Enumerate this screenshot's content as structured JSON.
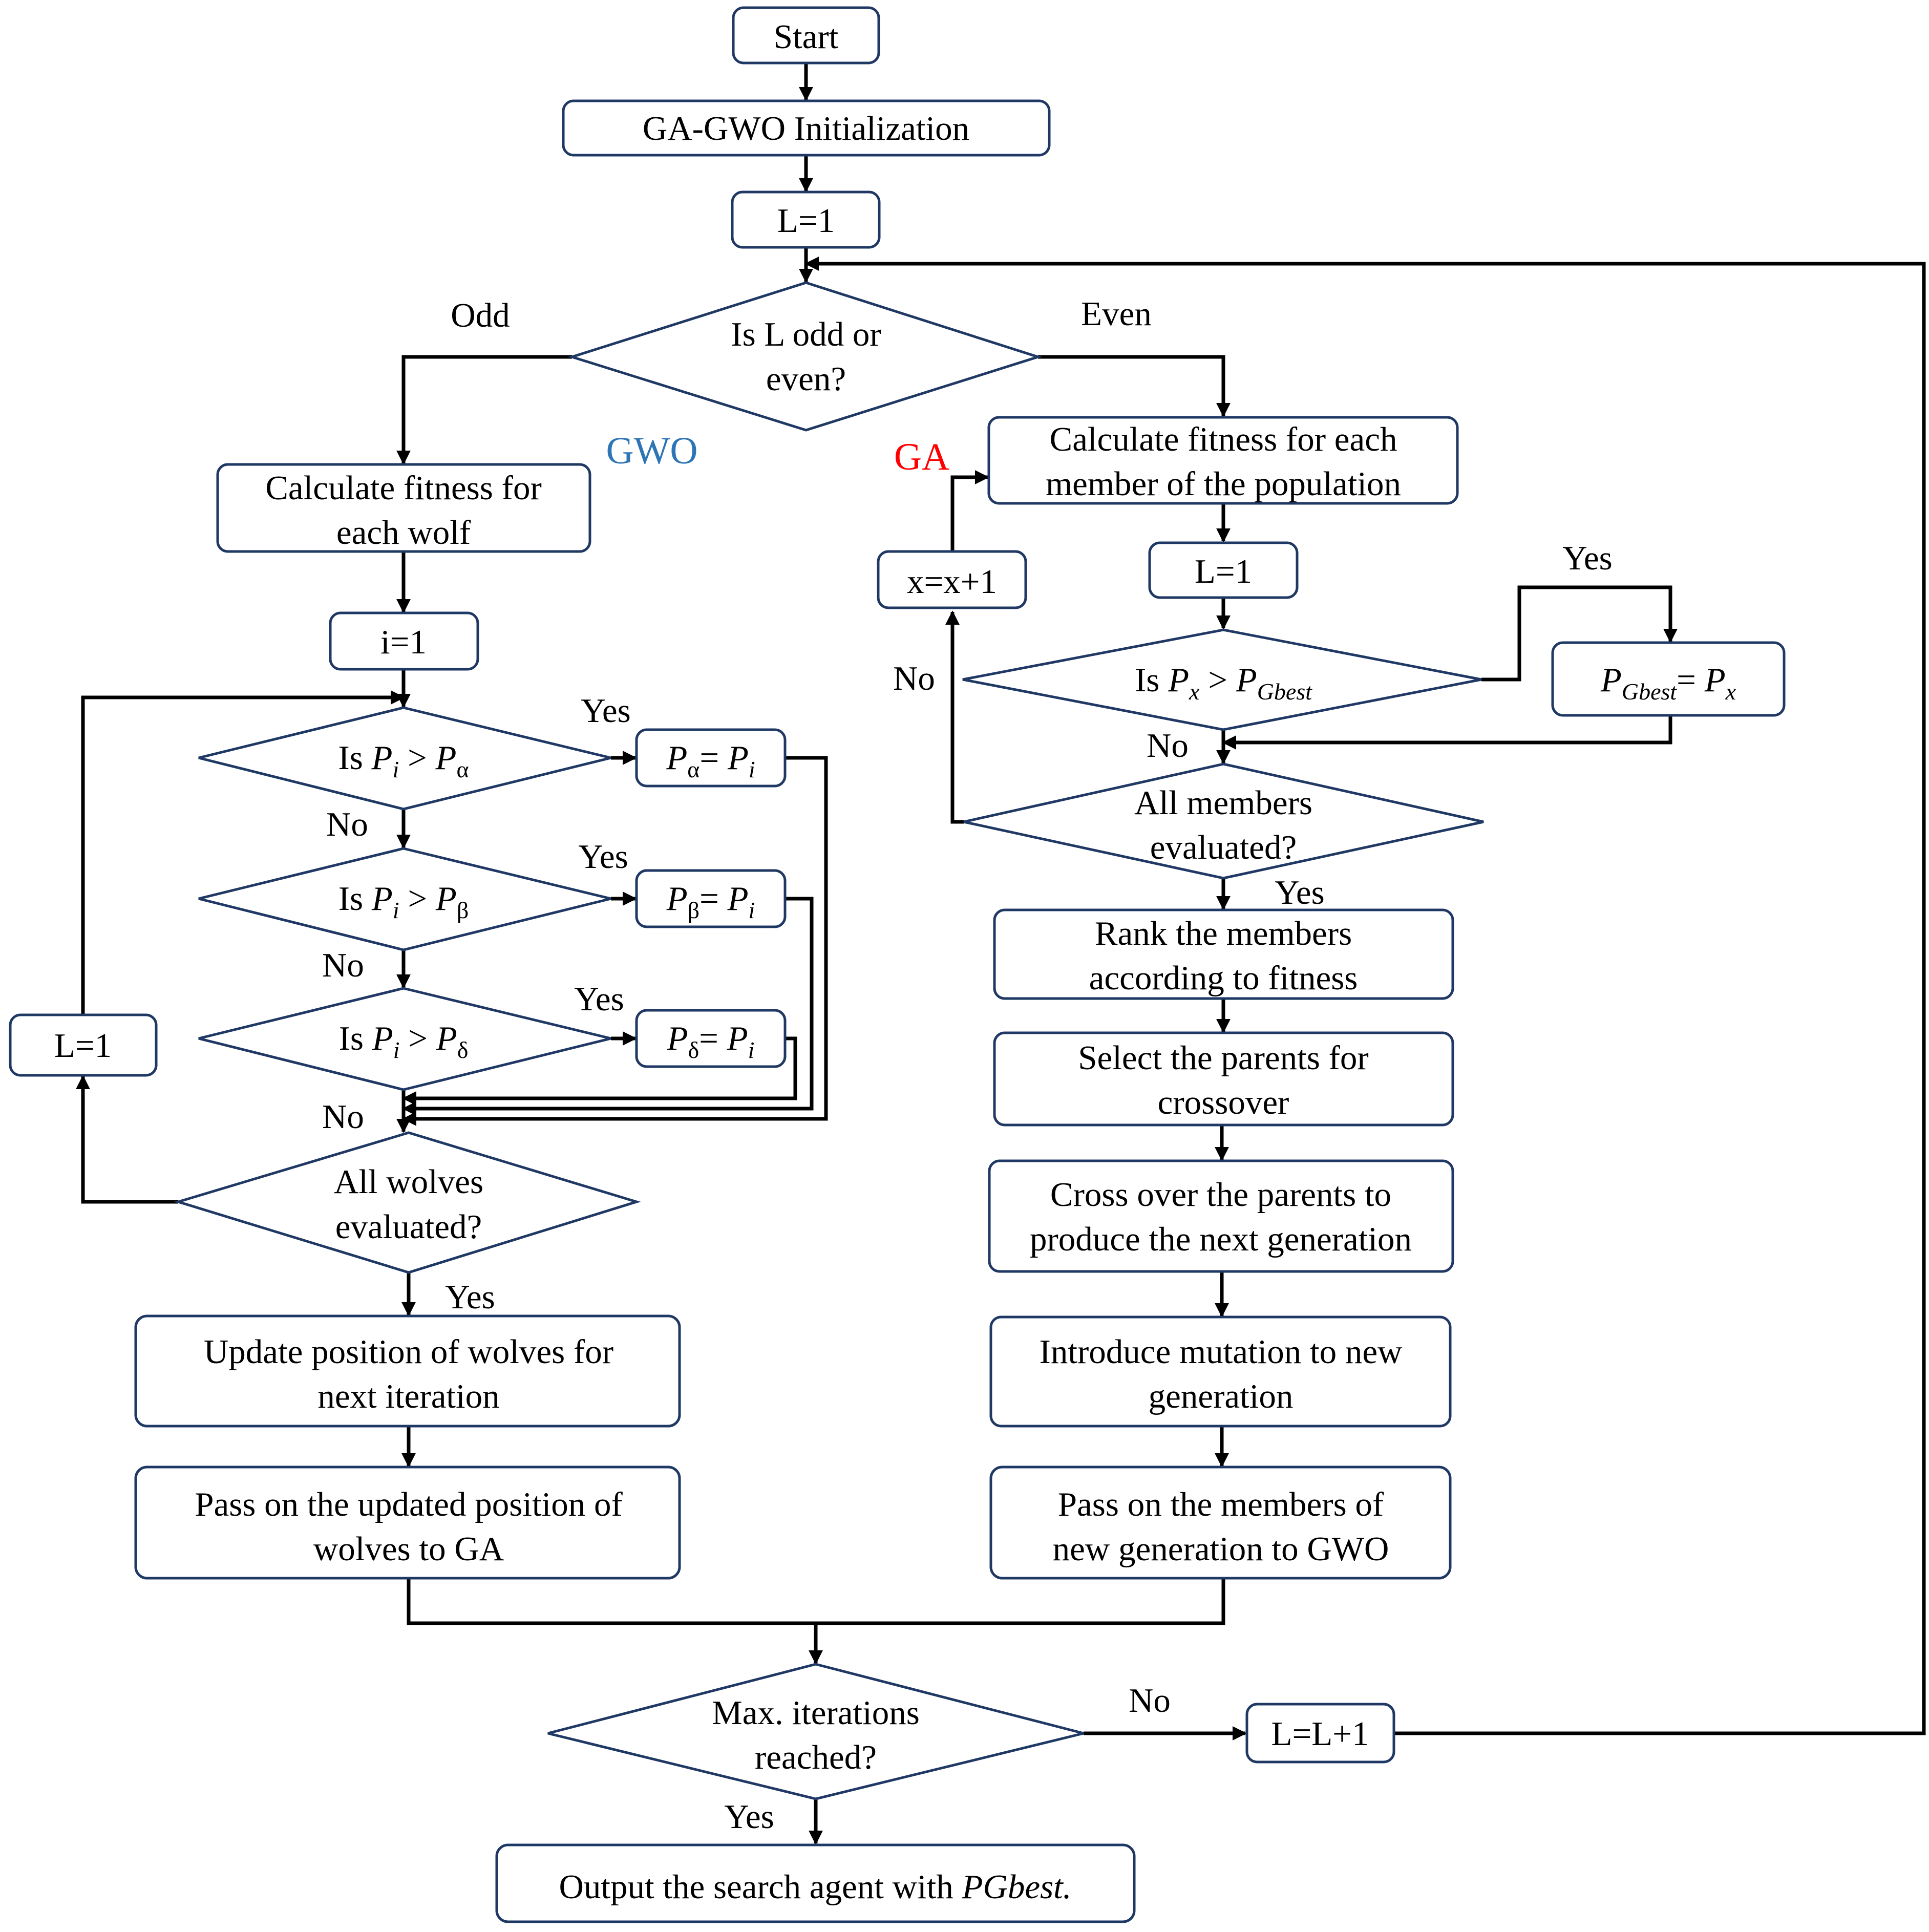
{
  "nodes": {
    "start": "Start",
    "init": "GA-GWO Initialization",
    "l1_top": "L=1",
    "odd_even": [
      "Is L odd or",
      "even?"
    ],
    "gwo_fitness": [
      "Calculate fitness for",
      "each wolf"
    ],
    "i1": "i=1",
    "cmp_alpha": {
      "lhs": "Is",
      "p": "P",
      "i": "i",
      "gt": " > ",
      "sub": "α"
    },
    "cmp_beta": {
      "lhs": "Is",
      "p": "P",
      "i": "i",
      "gt": " > ",
      "sub": "β"
    },
    "cmp_delta": {
      "lhs": "Is",
      "p": "P",
      "i": "i",
      "gt": " > ",
      "sub": "δ"
    },
    "set_alpha": {
      "sub": "α",
      "eq": "= "
    },
    "set_beta": {
      "sub": "β",
      "eq": "= "
    },
    "set_delta": {
      "sub": "δ",
      "eq": "= "
    },
    "l1_left": "L=1",
    "all_wolves": [
      "All wolves",
      "evaluated?"
    ],
    "update_pos": [
      "Update position of wolves for",
      "next iteration"
    ],
    "pass_ga": [
      "Pass on the updated position of",
      "wolves to GA"
    ],
    "ga_fitness": [
      "Calculate fitness for each",
      "member of the population"
    ],
    "l1_ga": "L=1",
    "xinc": "x=x+1",
    "cmp_gbest": {
      "lhs": "Is",
      "px_sub": "x",
      "gt": " > ",
      "gbest_sub": "Gbest"
    },
    "set_gbest": {
      "gbest_sub": "Gbest",
      "eq": "= ",
      "px_sub": "x"
    },
    "all_members": [
      "All members",
      "evaluated?"
    ],
    "rank": [
      "Rank the members",
      "according to fitness"
    ],
    "select": [
      "Select the parents for",
      "crossover"
    ],
    "crossover": [
      "Cross over the parents to",
      "produce the next generation"
    ],
    "mutation": [
      "Introduce mutation to new",
      "generation"
    ],
    "pass_gwo": [
      "Pass on the members of",
      "new generation to GWO"
    ],
    "max_iter": [
      "Max. iterations",
      "reached?"
    ],
    "l_inc": "L=L+1",
    "output": {
      "text": "Output the search agent with ",
      "italic": "PGbest."
    }
  },
  "labels": {
    "odd": "Odd",
    "even": "Even",
    "gwo": "GWO",
    "ga": "GA",
    "yes": "Yes",
    "no": "No"
  },
  "colors": {
    "gwo_label": "#2e75b6",
    "ga_label": "#ff0000",
    "box_border": "#1f3864",
    "lines": "#000000"
  }
}
